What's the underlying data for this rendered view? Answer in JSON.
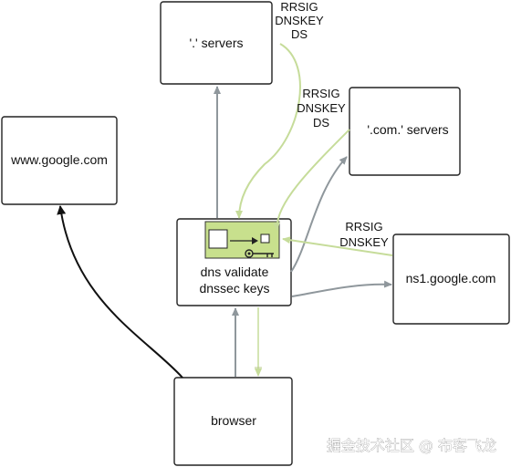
{
  "nodes": {
    "root_servers": "'.' servers",
    "com_servers": "'.com.' servers",
    "google": "www.google.com",
    "validator_line1": "dns validate",
    "validator_line2": "dnssec keys",
    "ns1": "ns1.google.com",
    "browser": "browser"
  },
  "annotations": {
    "root_rr": [
      "RRSIG",
      "DNSKEY",
      "DS"
    ],
    "com_rr": [
      "RRSIG",
      "DNSKEY",
      "DS"
    ],
    "ns1_rr": [
      "RRSIG",
      "DNSKEY"
    ]
  },
  "watermark": "掘金技术社区 @ 布客飞龙",
  "colors": {
    "gray_arrow": "#8f979c",
    "green_arrow": "#c6dc9a",
    "key_panel": "#c8e08d",
    "browser_link": "#111111"
  },
  "icons": {
    "validator_icon": "key-validation-icon"
  }
}
